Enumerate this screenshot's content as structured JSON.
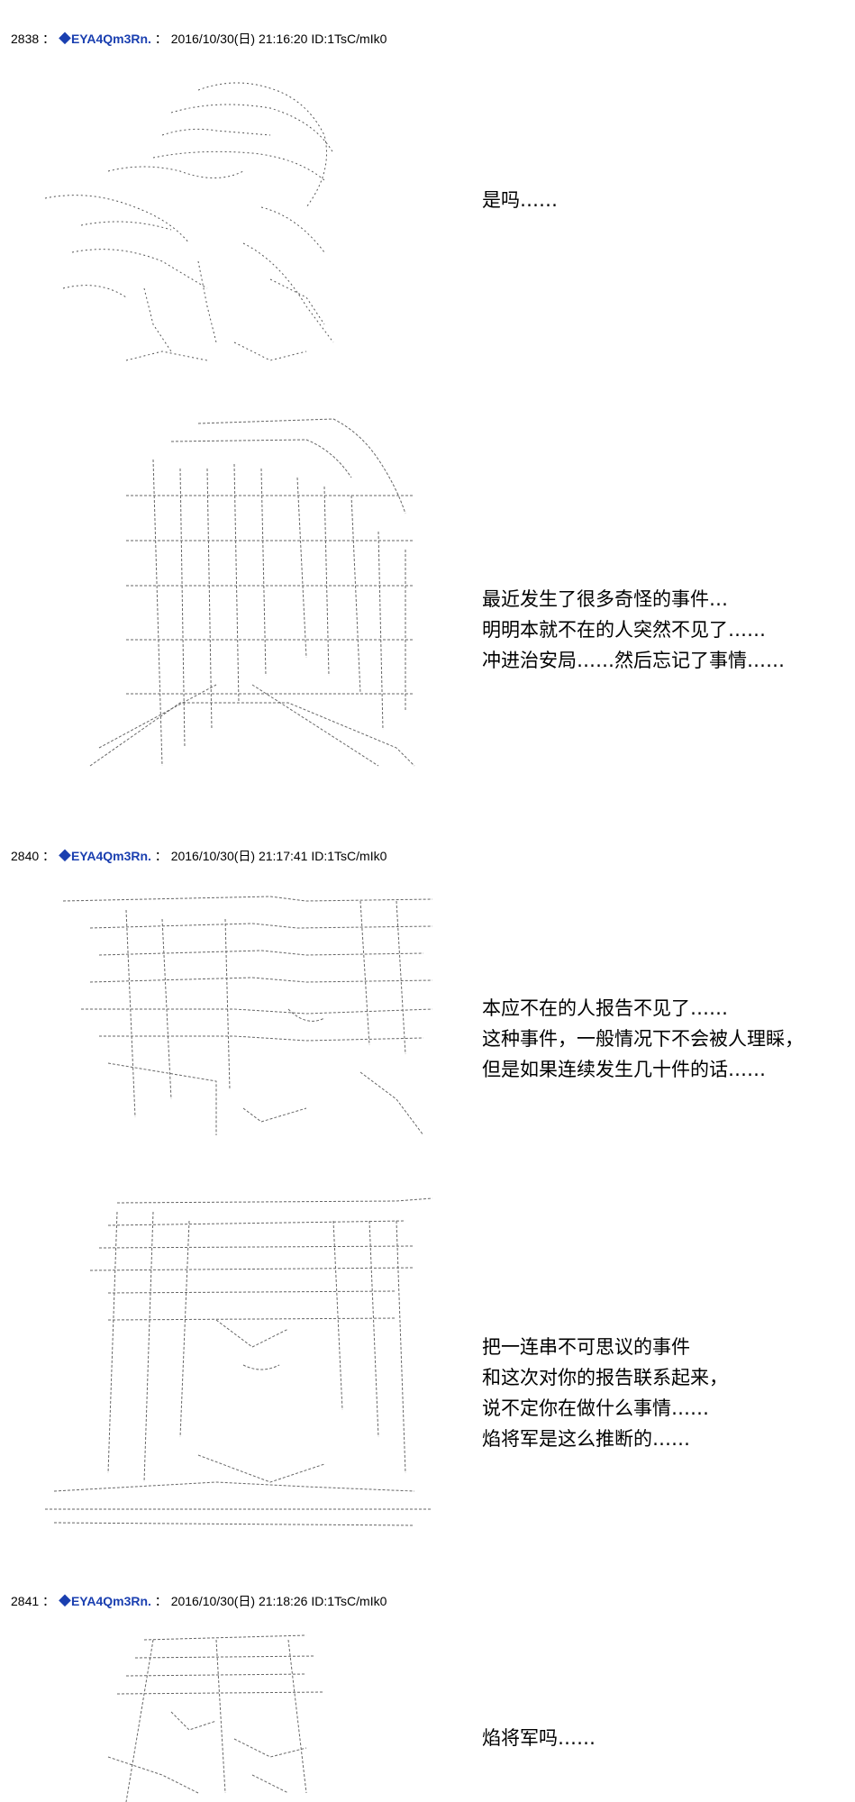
{
  "posts": [
    {
      "number": "2838",
      "name": "EYA4Qm3Rn.",
      "datetime": "2016/10/30(日) 21:16:20",
      "id": "ID:1TsC/mIk0",
      "panels": [
        {
          "lines": [
            "是吗……"
          ]
        },
        {
          "lines": [
            "最近发生了很多奇怪的事件…",
            "明明本就不在的人突然不见了……",
            "冲进治安局……然后忘记了事情……"
          ]
        }
      ]
    },
    {
      "number": "2840",
      "name": "EYA4Qm3Rn.",
      "datetime": "2016/10/30(日) 21:17:41",
      "id": "ID:1TsC/mIk0",
      "panels": [
        {
          "lines": [
            "本应不在的人报告不见了……",
            "这种事件，一般情况下不会被人理睬，",
            "但是如果连续发生几十件的话……"
          ]
        },
        {
          "lines": [
            "把一连串不可思议的事件",
            "和这次对你的报告联系起来，",
            "说不定你在做什么事情……",
            "焰将军是这么推断的……"
          ]
        }
      ]
    },
    {
      "number": "2841",
      "name": "EYA4Qm3Rn.",
      "datetime": "2016/10/30(日) 21:18:26",
      "id": "ID:1TsC/mIk0",
      "panels": [
        {
          "lines": [
            "焰将军吗……"
          ]
        }
      ]
    }
  ],
  "colors": {
    "name": "#1a3fb0",
    "text": "#000000",
    "art": "#555555",
    "background": "#ffffff"
  }
}
